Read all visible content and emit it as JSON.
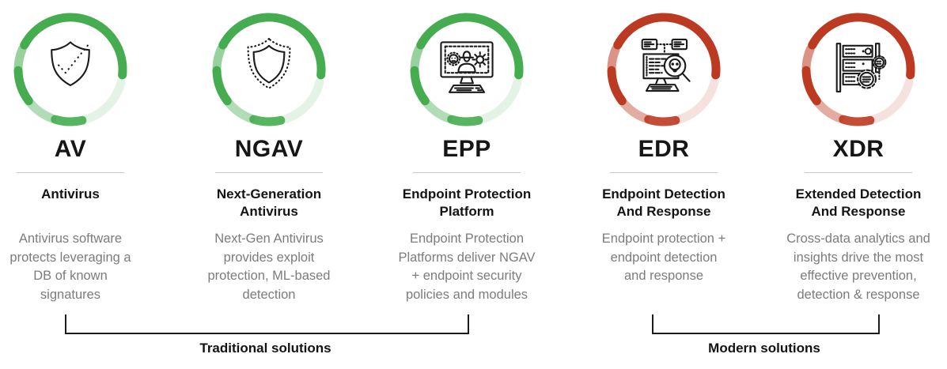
{
  "page": {
    "background": "#ffffff"
  },
  "colors": {
    "green_ring": "#45AC4F",
    "red_ring": "#BC3A21",
    "heading": "#161616",
    "body_text": "#7c7c7c",
    "divider": "#c9c9c9",
    "bracket": "#1c1c1c"
  },
  "ring": {
    "radius": 66,
    "stroke_width": 11,
    "segments": [
      {
        "start": -62,
        "end": 96,
        "opacity": 1
      },
      {
        "start": 104,
        "end": 164,
        "opacity": 0.15
      },
      {
        "start": 167,
        "end": 197,
        "opacity": 0.9
      },
      {
        "start": 201,
        "end": 230,
        "opacity": 0.42
      },
      {
        "start": 233,
        "end": 269,
        "opacity": 1
      },
      {
        "start": 272,
        "end": 293,
        "opacity": 0.55
      }
    ]
  },
  "cards": [
    {
      "acronym": "AV",
      "subtitle": "Antivirus",
      "description": "Antivirus software\nprotects leveraging a\nDB of known\nsignatures",
      "ring_color": "#45AC4F",
      "icon": "shield-check-icon"
    },
    {
      "acronym": "NGAV",
      "subtitle": "Next-Generation\nAntivirus",
      "description": "Next-Gen Antivirus\nprovides exploit\nprotection, ML-based\ndetection",
      "ring_color": "#45AC4F",
      "icon": "shield-dotted-icon"
    },
    {
      "acronym": "EPP",
      "subtitle": "Endpoint Protection\nPlatform",
      "description": "Endpoint Protection\nPlatforms deliver NGAV\n+ endpoint security\npolicies and modules",
      "ring_color": "#45AC4F",
      "icon": "monitor-threats-icon"
    },
    {
      "acronym": "EDR",
      "subtitle": "Endpoint Detection\nAnd Response",
      "description": "Endpoint protection +\nendpoint detection\nand response",
      "ring_color": "#BC3A21",
      "icon": "monitor-skull-search-icon"
    },
    {
      "acronym": "XDR",
      "subtitle": "Extended Detection\nAnd Response",
      "description": "Cross-data analytics and\ninsights drive the most\neffective prevention,\ndetection & response",
      "ring_color": "#BC3A21",
      "icon": "server-gears-icon"
    }
  ],
  "groups": [
    {
      "label": "Traditional solutions"
    },
    {
      "label": "Modern solutions"
    }
  ]
}
